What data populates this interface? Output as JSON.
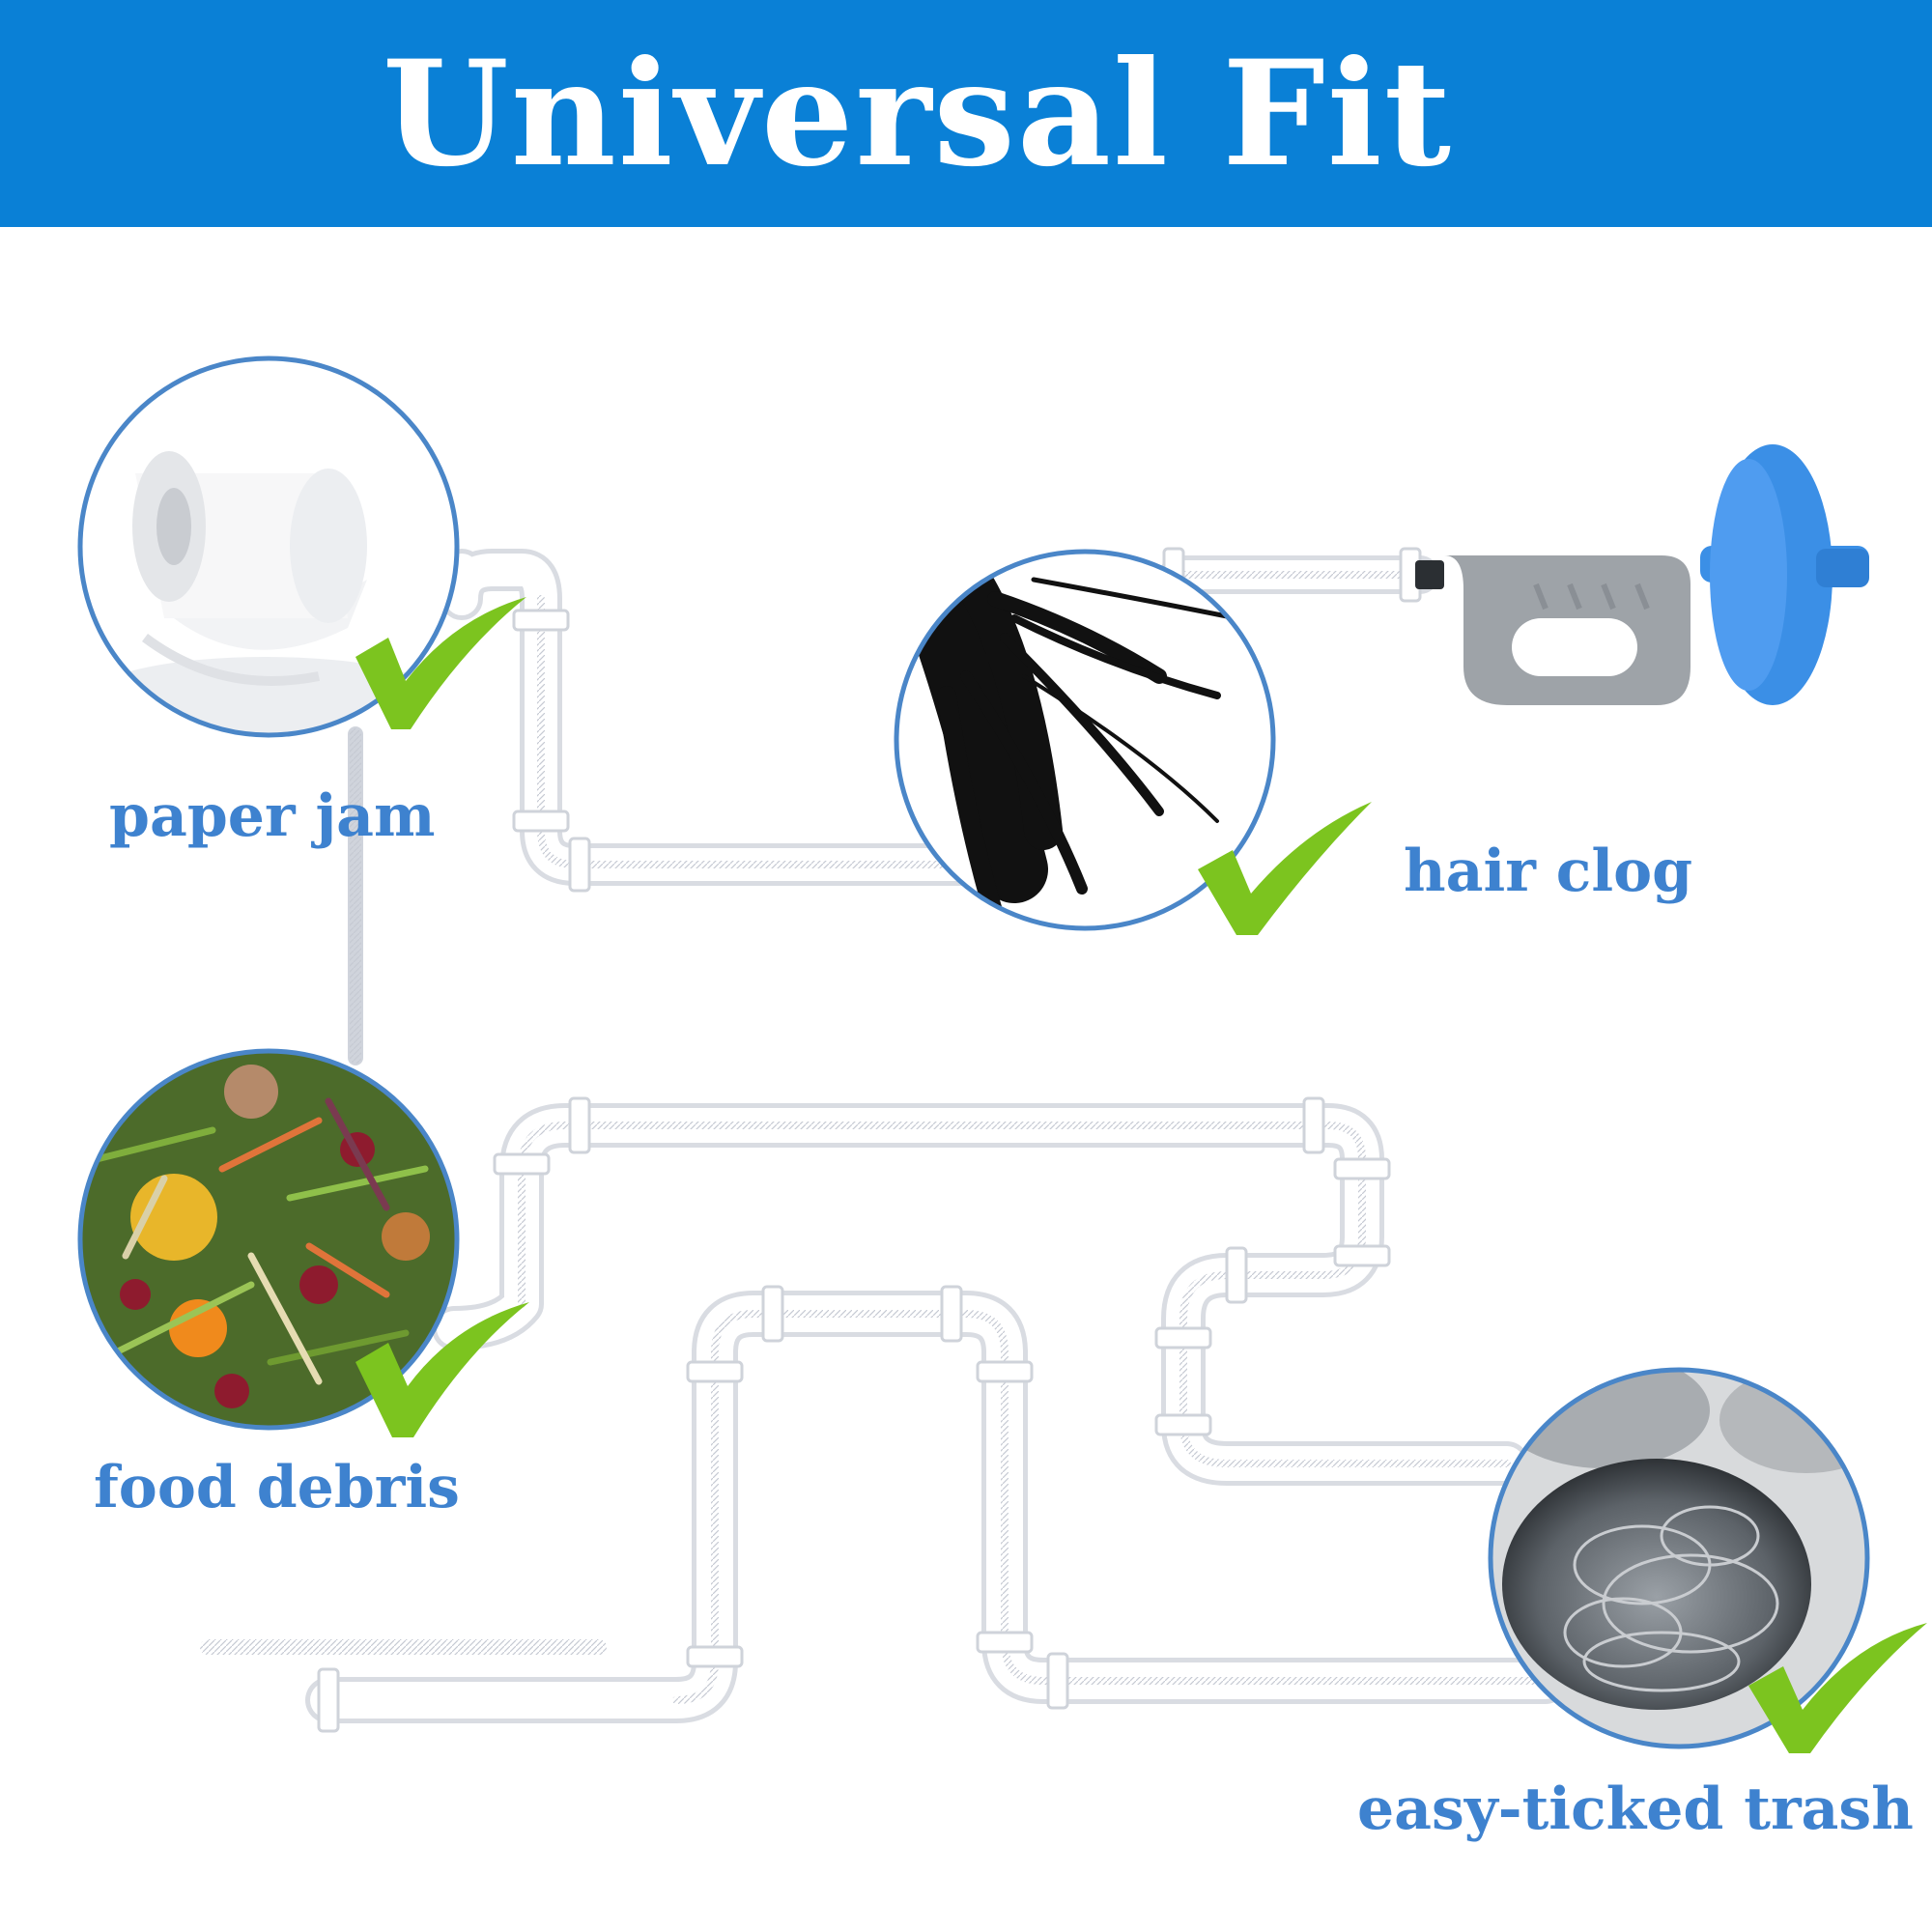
{
  "header": {
    "title": "Universal Fit"
  },
  "items": [
    {
      "label": "paper jam",
      "icon": "toilet-paper-icon"
    },
    {
      "label": "hair clog",
      "icon": "hair-icon"
    },
    {
      "label": "food debris",
      "icon": "food-scraps-icon"
    },
    {
      "label": "easy-ticked trash",
      "icon": "steel-wool-icon"
    }
  ],
  "colors": {
    "banner": "#0a80d6",
    "label": "#3e82cf",
    "circle_border": "#4a86c8",
    "check": "#7cc41f",
    "reel": "#3b8fe6",
    "handle": "#9ea3a8"
  }
}
